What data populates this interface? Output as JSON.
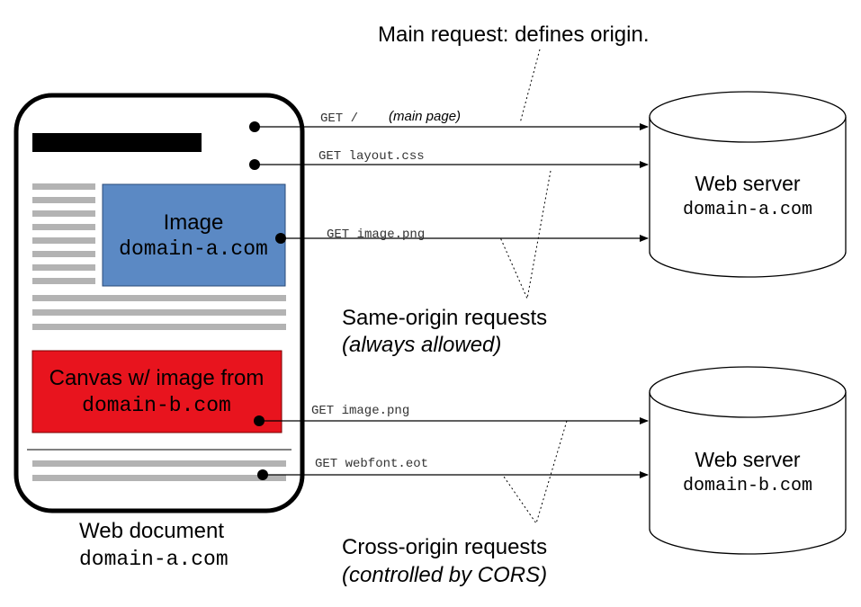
{
  "annotations": {
    "main_request": "Main request: defines origin.",
    "same_origin_line1": "Same-origin requests",
    "same_origin_line2": "(always allowed)",
    "cross_origin_line1": "Cross-origin requests",
    "cross_origin_line2": "(controlled by CORS)"
  },
  "document": {
    "label": "Web document",
    "domain": "domain-a.com",
    "image_label": "Image",
    "image_domain": "domain-a.com",
    "canvas_label": "Canvas w/ image from",
    "canvas_domain": "domain-b.com",
    "image_color": "#5b89c4",
    "canvas_color": "#e8141e"
  },
  "requests": {
    "main_method": "GET /",
    "main_note": "(main page)",
    "layout": "GET layout.css",
    "image_a": "GET image.png",
    "image_b": "GET image.png",
    "webfont": "GET webfont.eot"
  },
  "servers": {
    "a_title": "Web server",
    "a_domain": "domain-a.com",
    "b_title": "Web server",
    "b_domain": "domain-b.com"
  }
}
